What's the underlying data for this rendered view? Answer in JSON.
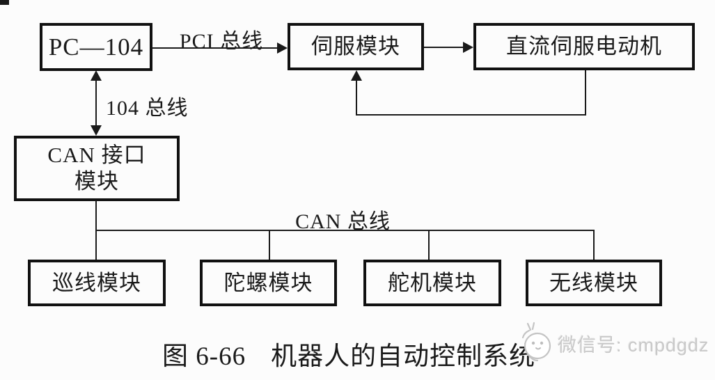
{
  "diagram": {
    "boxes": {
      "pc104": {
        "label": "PC—104"
      },
      "servo": {
        "label": "伺服模块"
      },
      "motor": {
        "label": "直流伺服电动机"
      },
      "can_interface": {
        "line1": "CAN 接口",
        "line2": "模块"
      },
      "line_patrol": {
        "label": "巡线模块"
      },
      "gyro": {
        "label": "陀螺模块"
      },
      "steering": {
        "label": "舵机模块"
      },
      "wireless": {
        "label": "无线模块"
      }
    },
    "bus_labels": {
      "pci": "PCI 总线",
      "bus104": "104 总线",
      "can": "CAN 总线"
    },
    "colors": {
      "ink": "#1a1a1a",
      "background": "#fcfcfc",
      "watermark_gray": "#c9c9c9"
    }
  },
  "caption": {
    "figure_no": "图 6-66",
    "title": "机器人的自动控制系统"
  },
  "watermark": {
    "text": "微信号: cmpdgdz",
    "icon": "chick-mascot-icon"
  }
}
